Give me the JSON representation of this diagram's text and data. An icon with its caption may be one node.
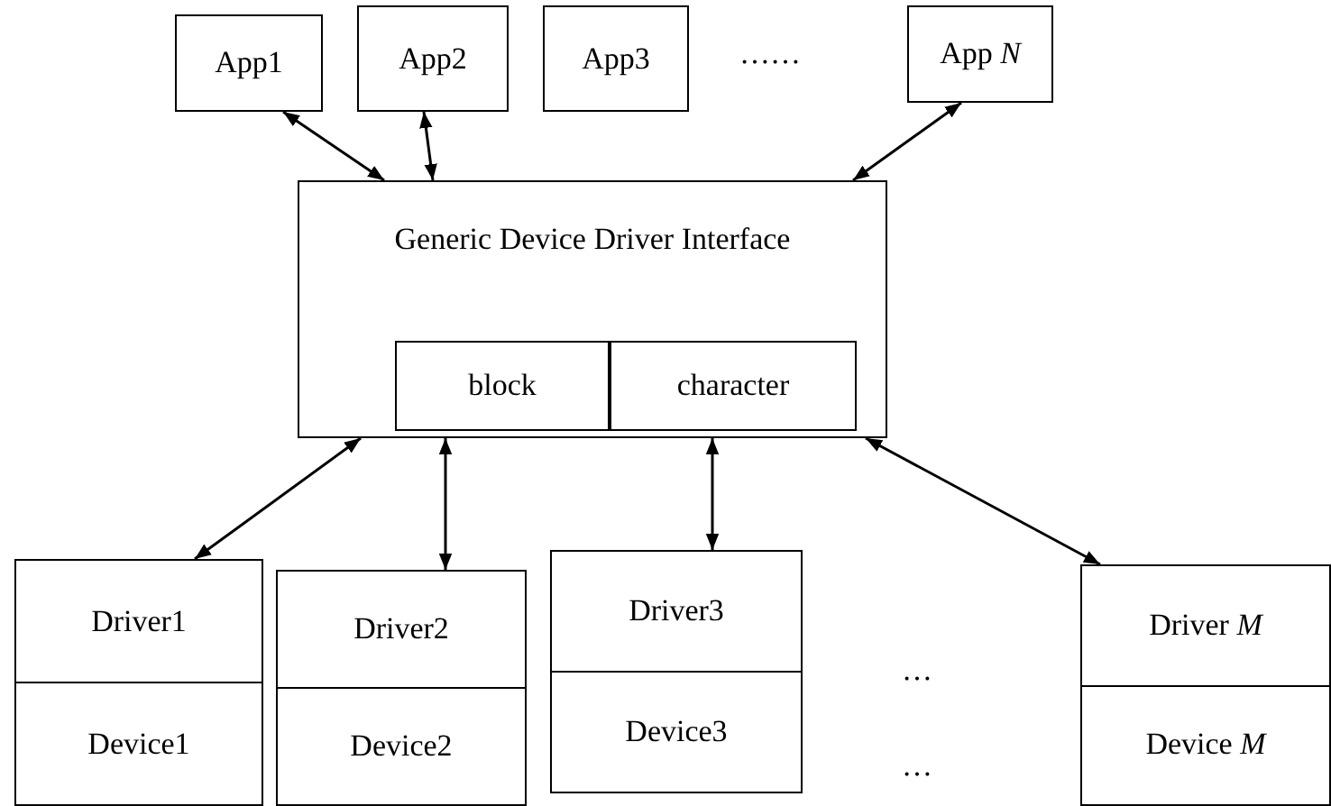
{
  "diagram": {
    "nodes": [
      {
        "text": [
          "App1"
        ]
      },
      {
        "text": [
          "App2"
        ]
      },
      {
        "text": [
          "App3"
        ]
      },
      {
        "text": [
          "App *N*"
        ]
      },
      {
        "text": [
          "Generic Device Driver Interface"
        ]
      },
      {
        "text": [
          "block"
        ],
        "in": 4
      },
      {
        "text": [
          "character"
        ],
        "in": 4
      },
      {
        "text": [
          "Driver1",
          "Device1"
        ]
      },
      {
        "text": [
          "Driver2",
          "Device2"
        ]
      },
      {
        "text": [
          "Driver3",
          "Device3"
        ]
      },
      {
        "text": [
          "Driver *M*",
          "Device *M*"
        ]
      }
    ],
    "edges": [
      {
        "from": 0,
        "to": 4,
        "arrow": "both"
      },
      {
        "from": 1,
        "to": 4,
        "arrow": "both"
      },
      {
        "from": 3,
        "to": 4,
        "arrow": "both"
      },
      {
        "from": 4,
        "to": 7,
        "arrow": "both"
      },
      {
        "from": 4,
        "to": 8,
        "arrow": "both"
      },
      {
        "from": 4,
        "to": 9,
        "arrow": "both"
      },
      {
        "from": 4,
        "to": 10,
        "arrow": "both"
      }
    ],
    "labels": [
      "……",
      "…",
      "…"
    ]
  }
}
